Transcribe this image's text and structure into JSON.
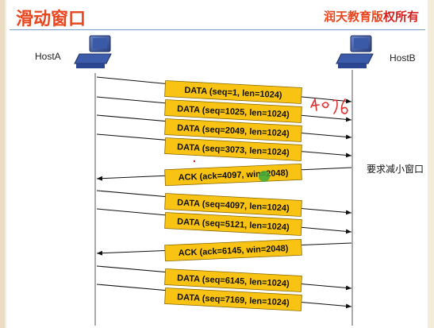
{
  "title": "滑动窗口",
  "brand": {
    "text": "润天教育版",
    "mark": "权所有"
  },
  "hosts": {
    "a": "HostA",
    "b": "HostB"
  },
  "note": "要求减小窗口",
  "handwriting": "4096",
  "packets": [
    {
      "label": "DATA (seq=1, len=1024)",
      "dir": "right"
    },
    {
      "label": "DATA (seq=1025, len=1024)",
      "dir": "right"
    },
    {
      "label": "DATA (seq=2049, len=1024)",
      "dir": "right"
    },
    {
      "label": "DATA (seq=3073, len=1024)",
      "dir": "right"
    },
    {
      "label": "ACK (ack=4097, win=2048)",
      "dir": "left"
    },
    {
      "label": "DATA (seq=4097, len=1024)",
      "dir": "right"
    },
    {
      "label": "DATA (seq=5121, len=1024)",
      "dir": "right"
    },
    {
      "label": "ACK (ack=6145, win=2048)",
      "dir": "left"
    },
    {
      "label": "DATA (seq=6145, len=1024)",
      "dir": "right"
    },
    {
      "label": "DATA (seq=7169, len=1024)",
      "dir": "right"
    }
  ],
  "colors": {
    "accent": "#e8461f",
    "box": "#f9c313",
    "box_border": "#8a6a00",
    "cursor": "#3caa3c"
  }
}
